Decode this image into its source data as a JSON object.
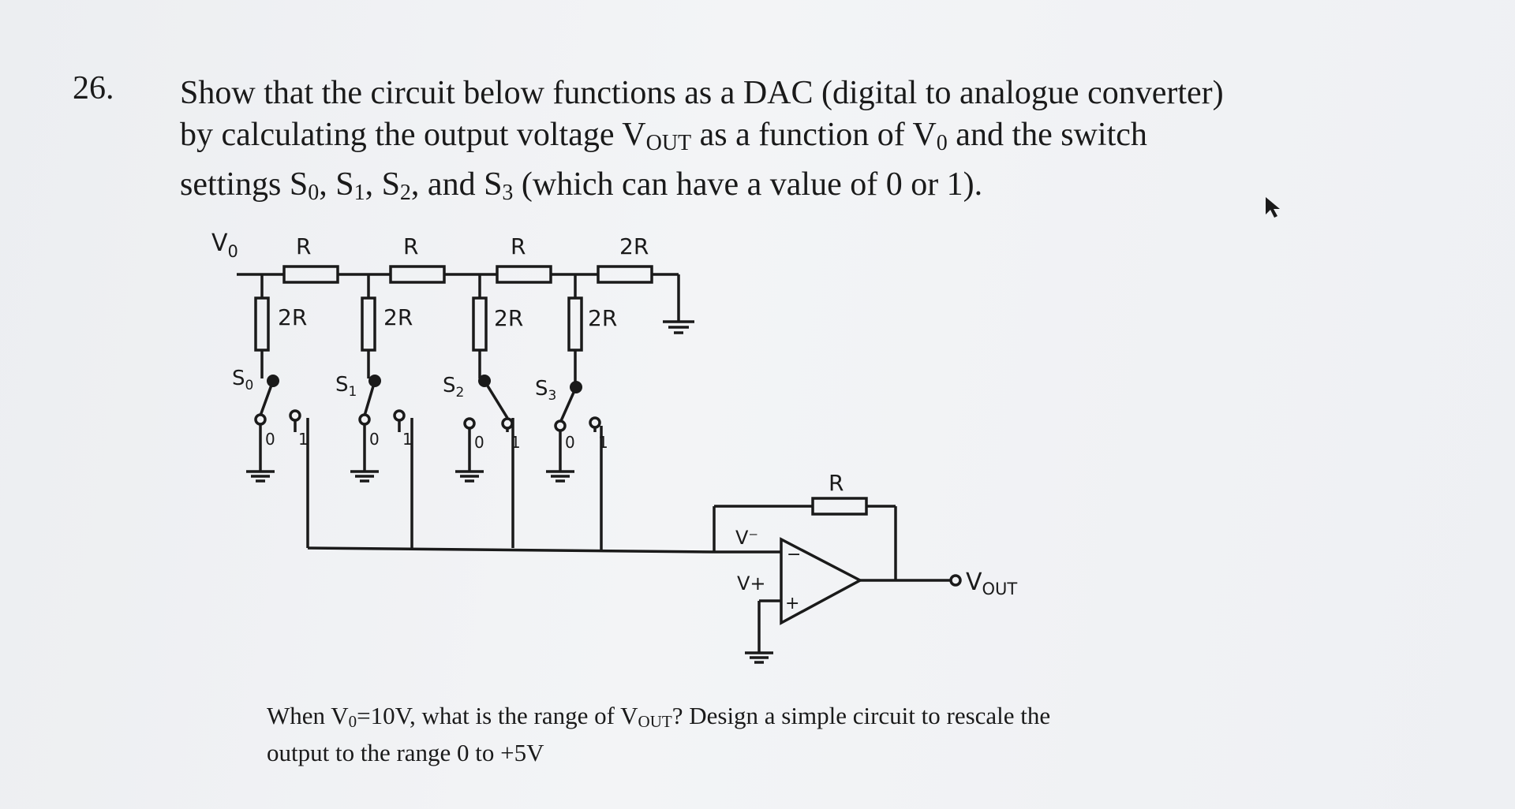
{
  "question": {
    "number": "26.",
    "line1": "Show that the circuit below functions as a DAC (digital to analogue converter)",
    "line2_pre": "by calculating the output voltage V",
    "line2_sub1": "OUT",
    "line2_mid": " as a function of V",
    "line2_sub2": "0",
    "line2_post": " and the switch",
    "line3_a": "settings S",
    "line3_s0": "0",
    "line3_b": ", S",
    "line3_s1": "1",
    "line3_c": ", S",
    "line3_s2": "2",
    "line3_d": ", and S",
    "line3_s3": "3",
    "line3_e": " (which can have a value of 0 or 1)."
  },
  "circuit": {
    "source_label": "V",
    "source_sub": "0",
    "ladder_labels": [
      "R",
      "R",
      "R",
      "2R"
    ],
    "shunt_labels": [
      "2R",
      "2R",
      "2R",
      "2R"
    ],
    "switches": [
      {
        "label": "S",
        "sub": "0"
      },
      {
        "label": "S",
        "sub": "1"
      },
      {
        "label": "S",
        "sub": "2"
      },
      {
        "label": "S",
        "sub": "3"
      }
    ],
    "contact_labels": [
      "0",
      "1"
    ],
    "feedback_label": "R",
    "vminus_label": "V⁻",
    "vplus_label": "V+",
    "minus_sign": "−",
    "plus_sign": "+",
    "output_label": "V",
    "output_sub": "OUT"
  },
  "followup": {
    "line1_a": "When V",
    "line1_sub": "0",
    "line1_b": "=10V, what is the range of V",
    "line1_sub2": "OUT",
    "line1_c": "? Design a simple circuit to rescale the",
    "line2": "output to the range 0 to +5V"
  },
  "colors": {
    "ink": "#1a1a1a",
    "paper": "#f0f1f3"
  }
}
